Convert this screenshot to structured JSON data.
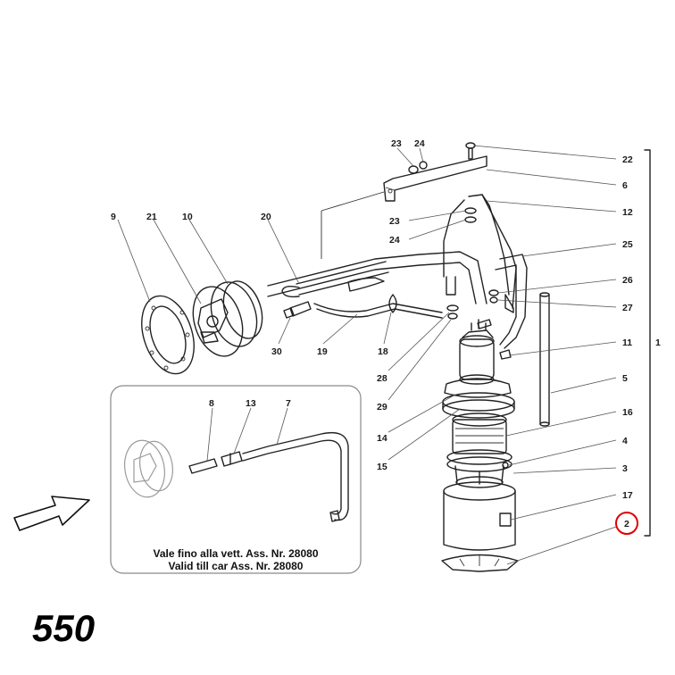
{
  "diagram": {
    "model_badge": "550",
    "inset_note_line1": "Vale fino alla vett. Ass. Nr. 28080",
    "inset_note_line2": "Valid till car Ass. Nr. 28080",
    "highlight_color": "#e00000",
    "labels": {
      "p1": "1",
      "p2": "2",
      "p3": "3",
      "p4": "4",
      "p5": "5",
      "p6": "6",
      "p7": "7",
      "p8": "8",
      "p9": "9",
      "p10": "10",
      "p11": "11",
      "p12": "12",
      "p13": "13",
      "p14": "14",
      "p15": "15",
      "p16": "16",
      "p17": "17",
      "p18": "18",
      "p19": "19",
      "p20": "20",
      "p21": "21",
      "p22": "22",
      "p23a": "23",
      "p23b": "23",
      "p24a": "24",
      "p24b": "24",
      "p25": "25",
      "p26": "26",
      "p27": "27",
      "p28": "28",
      "p29": "29",
      "p30": "30"
    }
  }
}
